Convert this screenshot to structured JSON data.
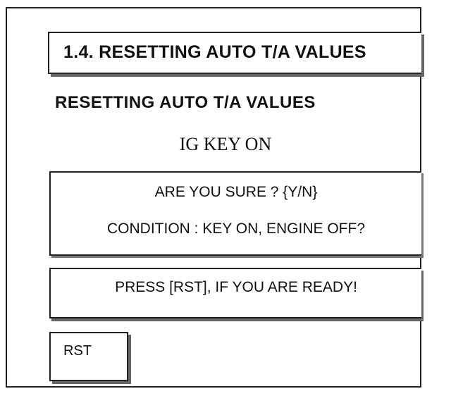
{
  "title": "1.4.   RESETTING AUTO T/A VALUES",
  "heading": "RESETTING AUTO T/A VALUES",
  "subheading": "IG KEY ON",
  "confirm": {
    "question": "ARE YOU SURE ?  {Y/N}",
    "condition": "CONDITION  :  KEY ON, ENGINE OFF?"
  },
  "instruction": "PRESS [RST],    IF YOU ARE READY!",
  "rst_button_label": "RST"
}
